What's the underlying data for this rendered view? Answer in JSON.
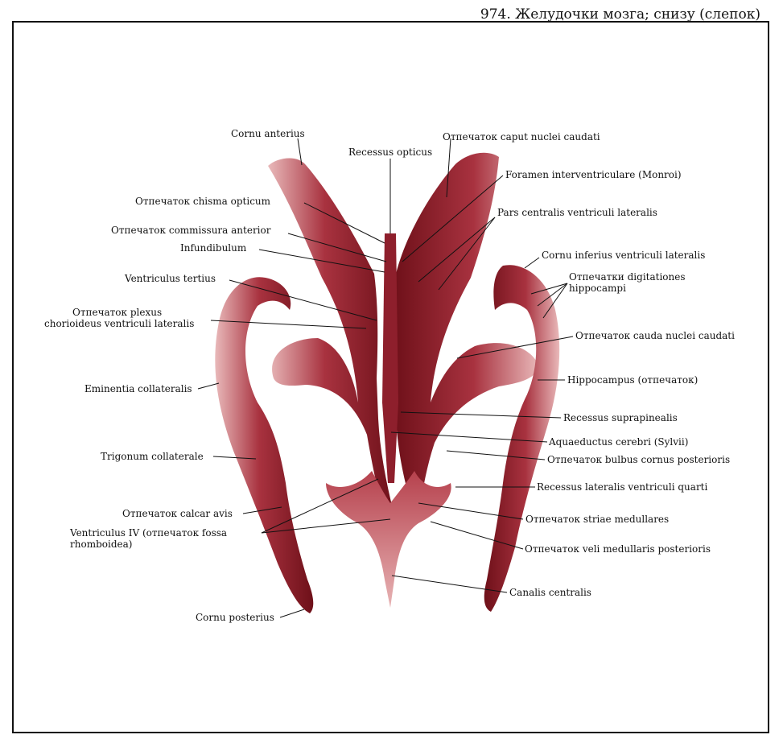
{
  "header": {
    "title": "974. Желудочки мозга; снизу (слепок)"
  },
  "labels": {
    "cornu_anterius": "Cornu anterius",
    "recessus_opticus": "Recessus opticus",
    "caput_nuclei_caudati": "Отпечаток caput nuclei caudati",
    "foramen_interventriculare": "Foramen interventriculare (Monroi)",
    "chisma_opticum": "Отпечаток chisma opticum",
    "pars_centralis": "Pars centralis ventriculi lateralis",
    "commissura_anterior": "Отпечаток commissura anterior",
    "infundibulum": "Infundibulum",
    "cornu_inferius": "Cornu inferius ventriculi lateralis",
    "ventriculus_tertius": "Ventriculus tertius",
    "digitationes_1": "Отпечатки digitationes",
    "digitationes_2": "hippocampi",
    "plexus_1": "Отпечаток plexus",
    "plexus_2": "chorioideus ventriculi lateralis",
    "cauda_nuclei_caudati": "Отпечаток cauda nuclei caudati",
    "hippocampus": "Hippocampus (отпечаток)",
    "eminentia_collateralis": "Eminentia collateralis",
    "recessus_suprapinealis": "Recessus suprapinealis",
    "aquaeductus": "Aquaeductus cerebri (Sylvii)",
    "trigonum_collaterale": "Trigonum collaterale",
    "bulbus_cornus": "Отпечаток bulbus cornus posterioris",
    "recessus_lateralis": "Recessus lateralis ventriculi quarti",
    "calcar_avis": "Отпечаток calcar avis",
    "striae_medullares": "Отпечаток striae medullares",
    "ventriculus_iv_1": "Ventriculus IV (отпечаток fossa",
    "ventriculus_iv_2": "rhomboidea)",
    "veli_medullaris": "Отпечаток veli medullaris posterioris",
    "canalis_centralis": "Canalis centralis",
    "cornu_posterius": "Cornu posterius"
  },
  "colors": {
    "cast_dark": "#7a1420",
    "cast_mid": "#a8323f",
    "cast_light": "#e7b3b4",
    "ink": "#111111"
  }
}
